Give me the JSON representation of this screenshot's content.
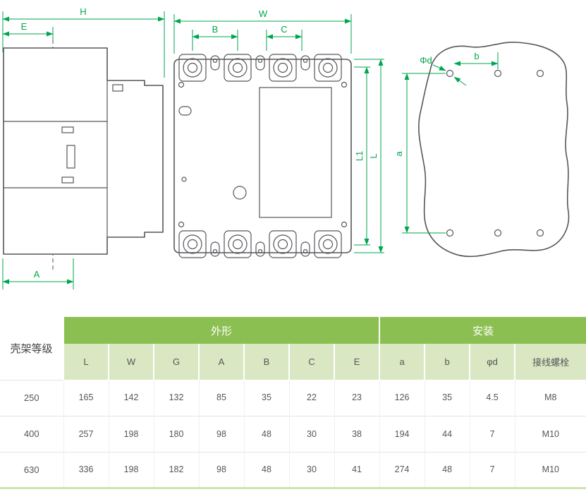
{
  "colors": {
    "dimension_green": "#00A64F",
    "drawing_gray": "#55565A",
    "header_green": "#8CBF51",
    "subheader_green": "#D9E8C2"
  },
  "dims": {
    "H": "H",
    "E": "E",
    "A": "A",
    "W": "W",
    "B": "B",
    "C": "C",
    "L1": "L1",
    "L": "L",
    "phid": "Φd",
    "b": "b",
    "a": "a"
  },
  "table": {
    "frame_header": "壳架等级",
    "groups": [
      {
        "label": "外形",
        "colspan": 7
      },
      {
        "label": "安装",
        "colspan": 4
      }
    ],
    "sub_headers": [
      "L",
      "W",
      "G",
      "A",
      "B",
      "C",
      "E",
      "a",
      "b",
      "φd",
      "接线螺栓"
    ],
    "rows": [
      {
        "frame": "250",
        "values": [
          "165",
          "142",
          "132",
          "85",
          "35",
          "22",
          "23",
          "126",
          "35",
          "4.5",
          "M8"
        ]
      },
      {
        "frame": "400",
        "values": [
          "257",
          "198",
          "180",
          "98",
          "48",
          "30",
          "38",
          "194",
          "44",
          "7",
          "M10"
        ]
      },
      {
        "frame": "630",
        "values": [
          "336",
          "198",
          "182",
          "98",
          "48",
          "30",
          "41",
          "274",
          "48",
          "7",
          "M10"
        ]
      }
    ]
  }
}
